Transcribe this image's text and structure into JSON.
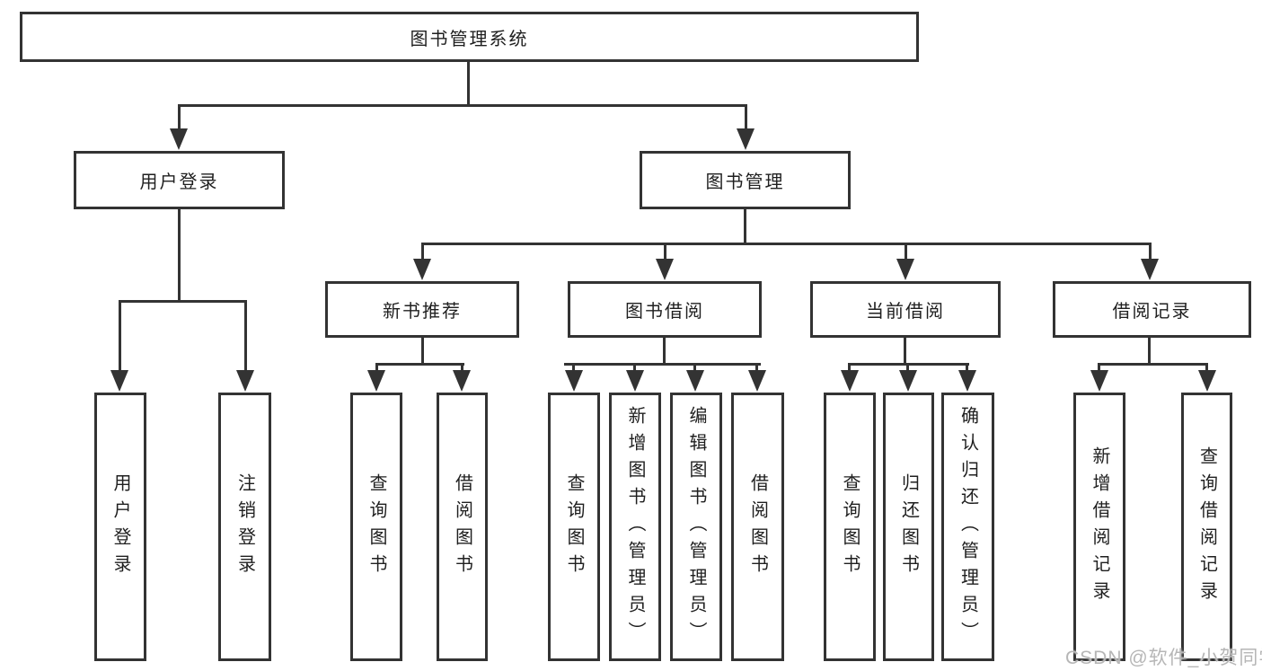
{
  "diagram": {
    "colors": {
      "line": "#333333",
      "text": "#1f1f1f",
      "background": "#ffffff",
      "watermark": "#b6b6b6"
    },
    "watermark": "CSDN @软件_小贺同学",
    "tree": {
      "label": "图书管理系统",
      "children": [
        {
          "label": "用户登录",
          "children": [
            {
              "label": "用户登录"
            },
            {
              "label": "注销登录"
            }
          ]
        },
        {
          "label": "图书管理",
          "children": [
            {
              "label": "新书推荐",
              "children": [
                {
                  "label": "查询图书"
                },
                {
                  "label": "借阅图书"
                }
              ]
            },
            {
              "label": "图书借阅",
              "children": [
                {
                  "label": "查询图书"
                },
                {
                  "label": "新增图书（管理员）"
                },
                {
                  "label": "编辑图书（管理员）"
                },
                {
                  "label": "借阅图书"
                }
              ]
            },
            {
              "label": "当前借阅",
              "children": [
                {
                  "label": "查询图书"
                },
                {
                  "label": "归还图书"
                },
                {
                  "label": "确认归还（管理员）"
                }
              ]
            },
            {
              "label": "借阅记录",
              "children": [
                {
                  "label": "新增借阅记录"
                },
                {
                  "label": "查询借阅记录"
                }
              ]
            }
          ]
        }
      ]
    }
  }
}
